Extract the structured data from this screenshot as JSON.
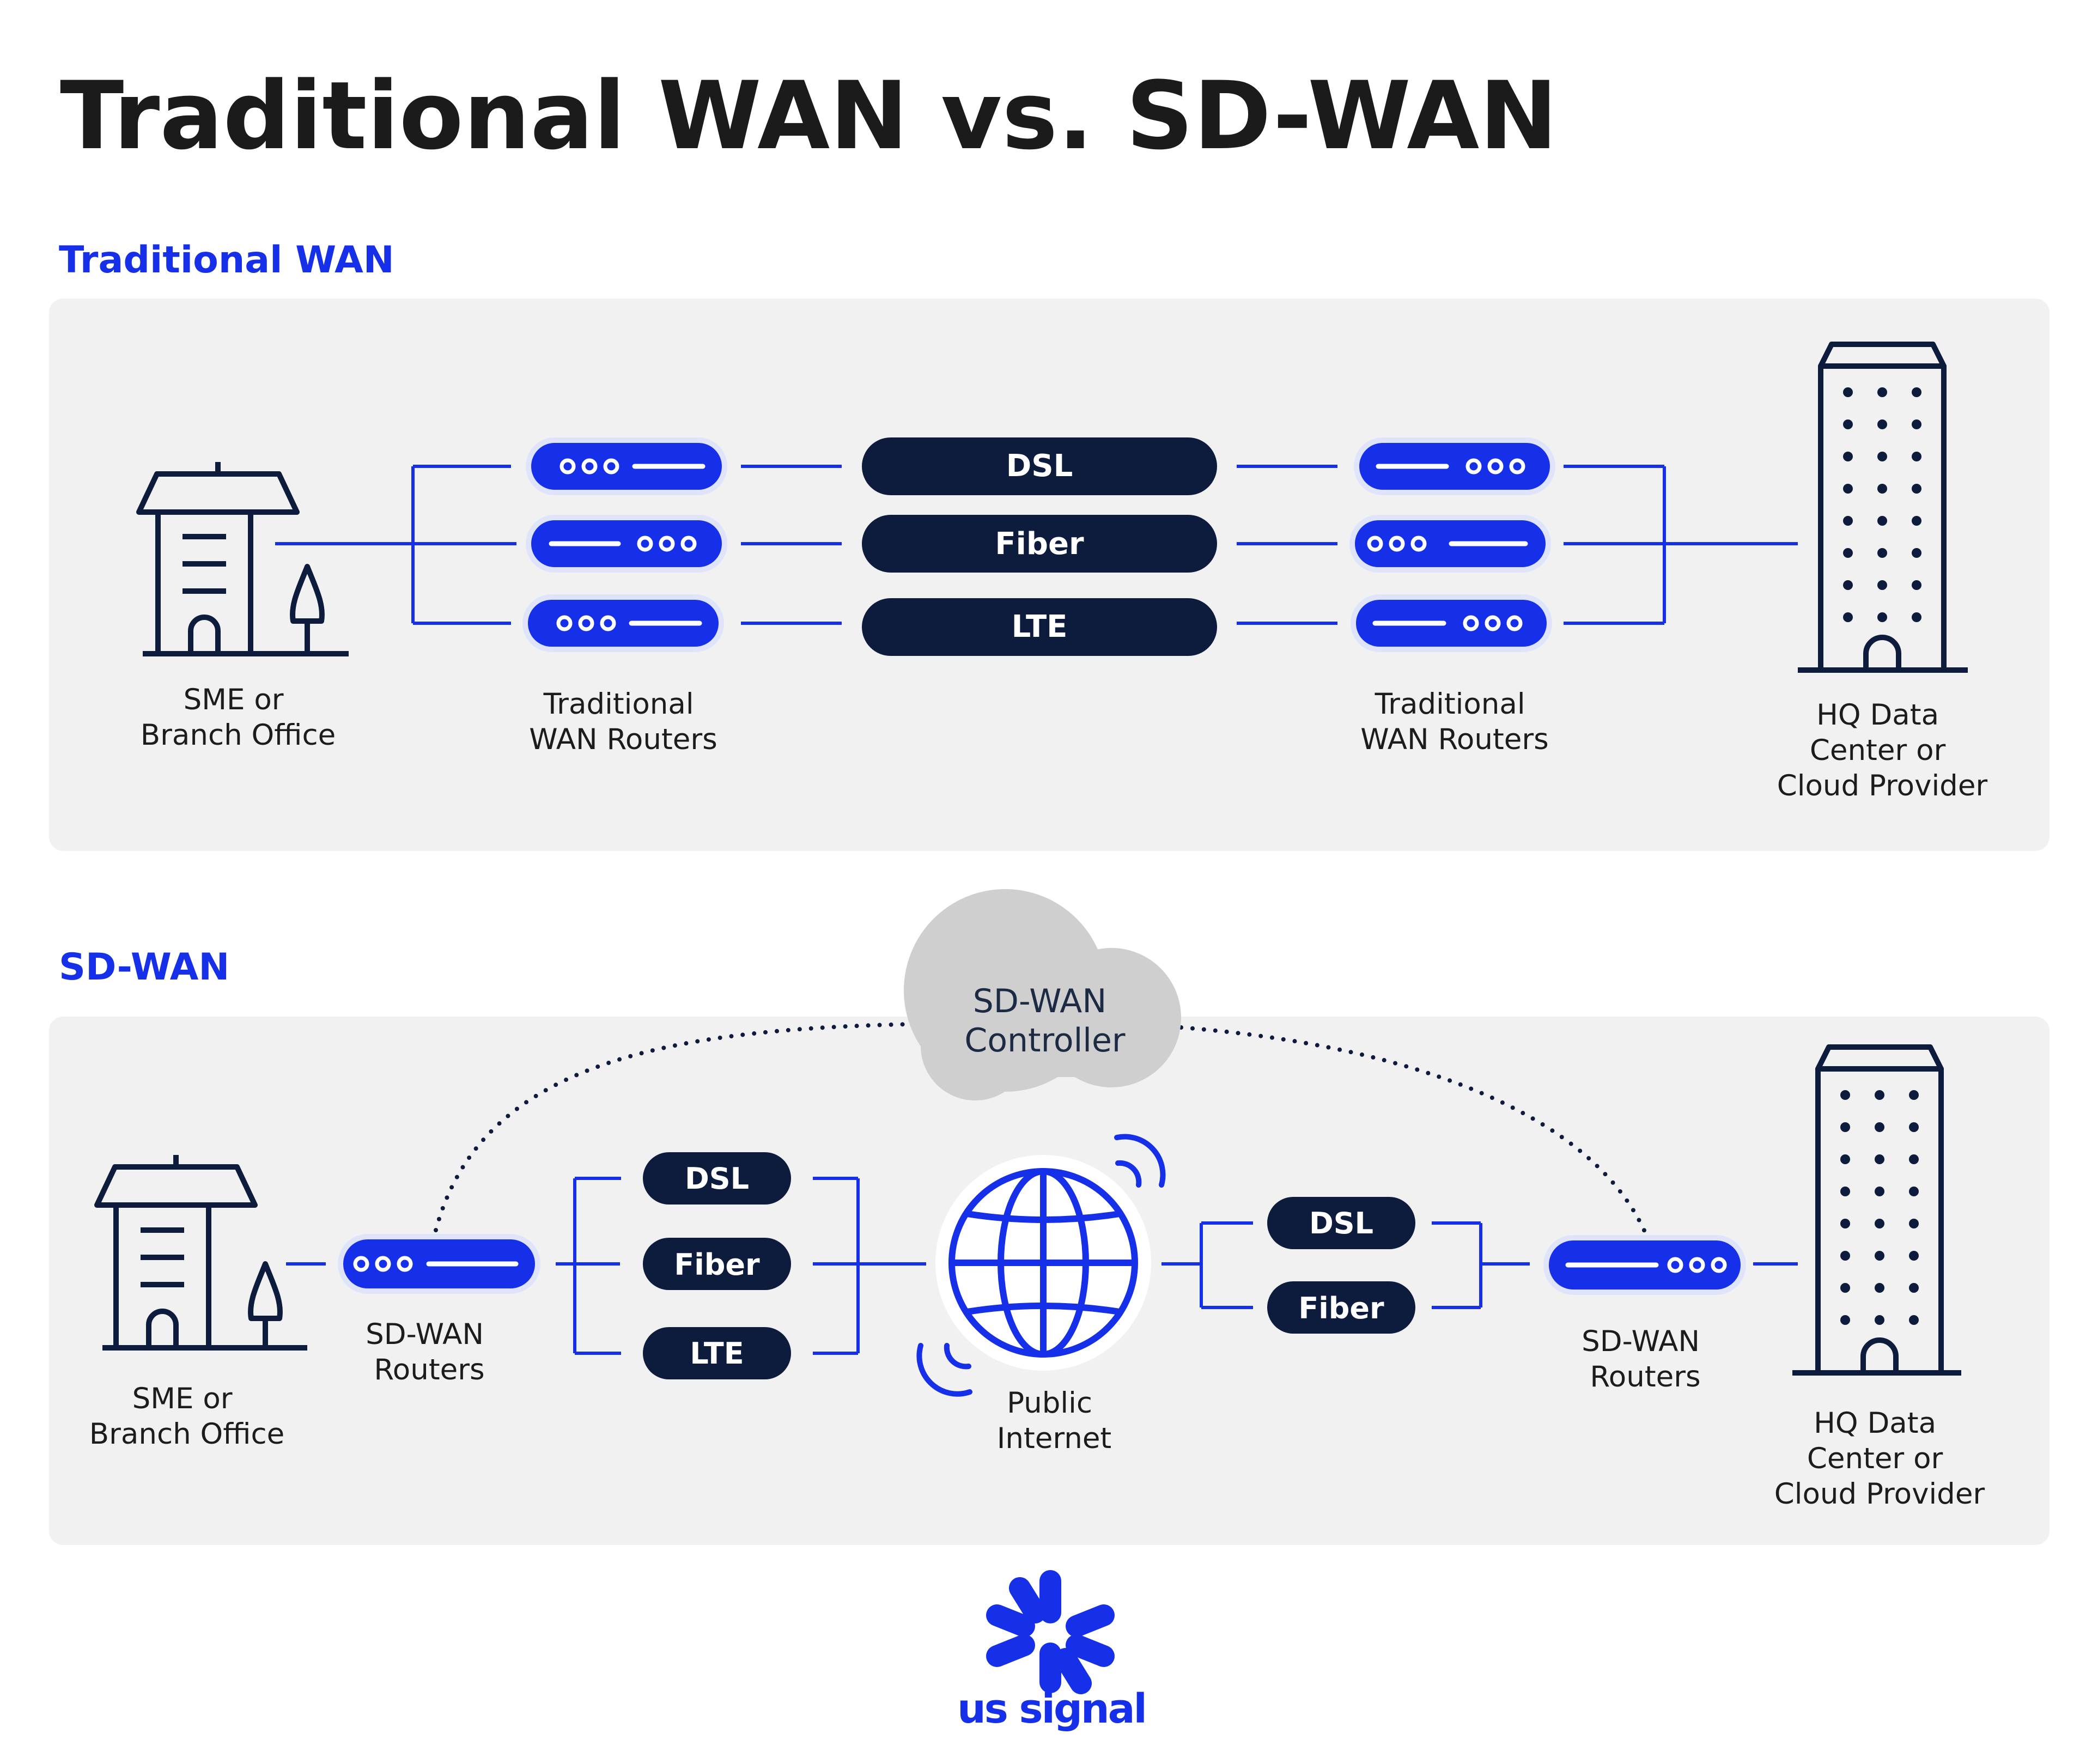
{
  "title": "Traditional WAN vs. SD-WAN",
  "colors": {
    "accent": "#1530e8",
    "navy": "#0d1c3d",
    "panel": "#f1f1f1",
    "cloud": "#cfcfcf"
  },
  "traditional": {
    "heading": "Traditional WAN",
    "branch_label": [
      "SME or",
      "Branch Office"
    ],
    "routers_left_label": [
      "Traditional",
      "WAN Routers"
    ],
    "links": [
      "DSL",
      "Fiber",
      "LTE"
    ],
    "routers_right_label": [
      "Traditional",
      "WAN Routers"
    ],
    "hq_label": [
      "HQ Data",
      "Center or",
      "Cloud Provider"
    ]
  },
  "sdwan": {
    "heading": "SD-WAN",
    "controller_label": [
      "SD-WAN",
      "Controller"
    ],
    "branch_label": [
      "SME or",
      "Branch Office"
    ],
    "routers_left_label": [
      "SD-WAN",
      "Routers"
    ],
    "links_left": [
      "DSL",
      "Fiber",
      "LTE"
    ],
    "internet_label": [
      "Public",
      "Internet"
    ],
    "links_right": [
      "DSL",
      "Fiber"
    ],
    "routers_right_label": [
      "SD-WAN",
      "Routers"
    ],
    "hq_label": [
      "HQ Data",
      "Center or",
      "Cloud Provider"
    ]
  },
  "logo": {
    "text": "us signal",
    "icon": "asterisk-logo-icon"
  }
}
